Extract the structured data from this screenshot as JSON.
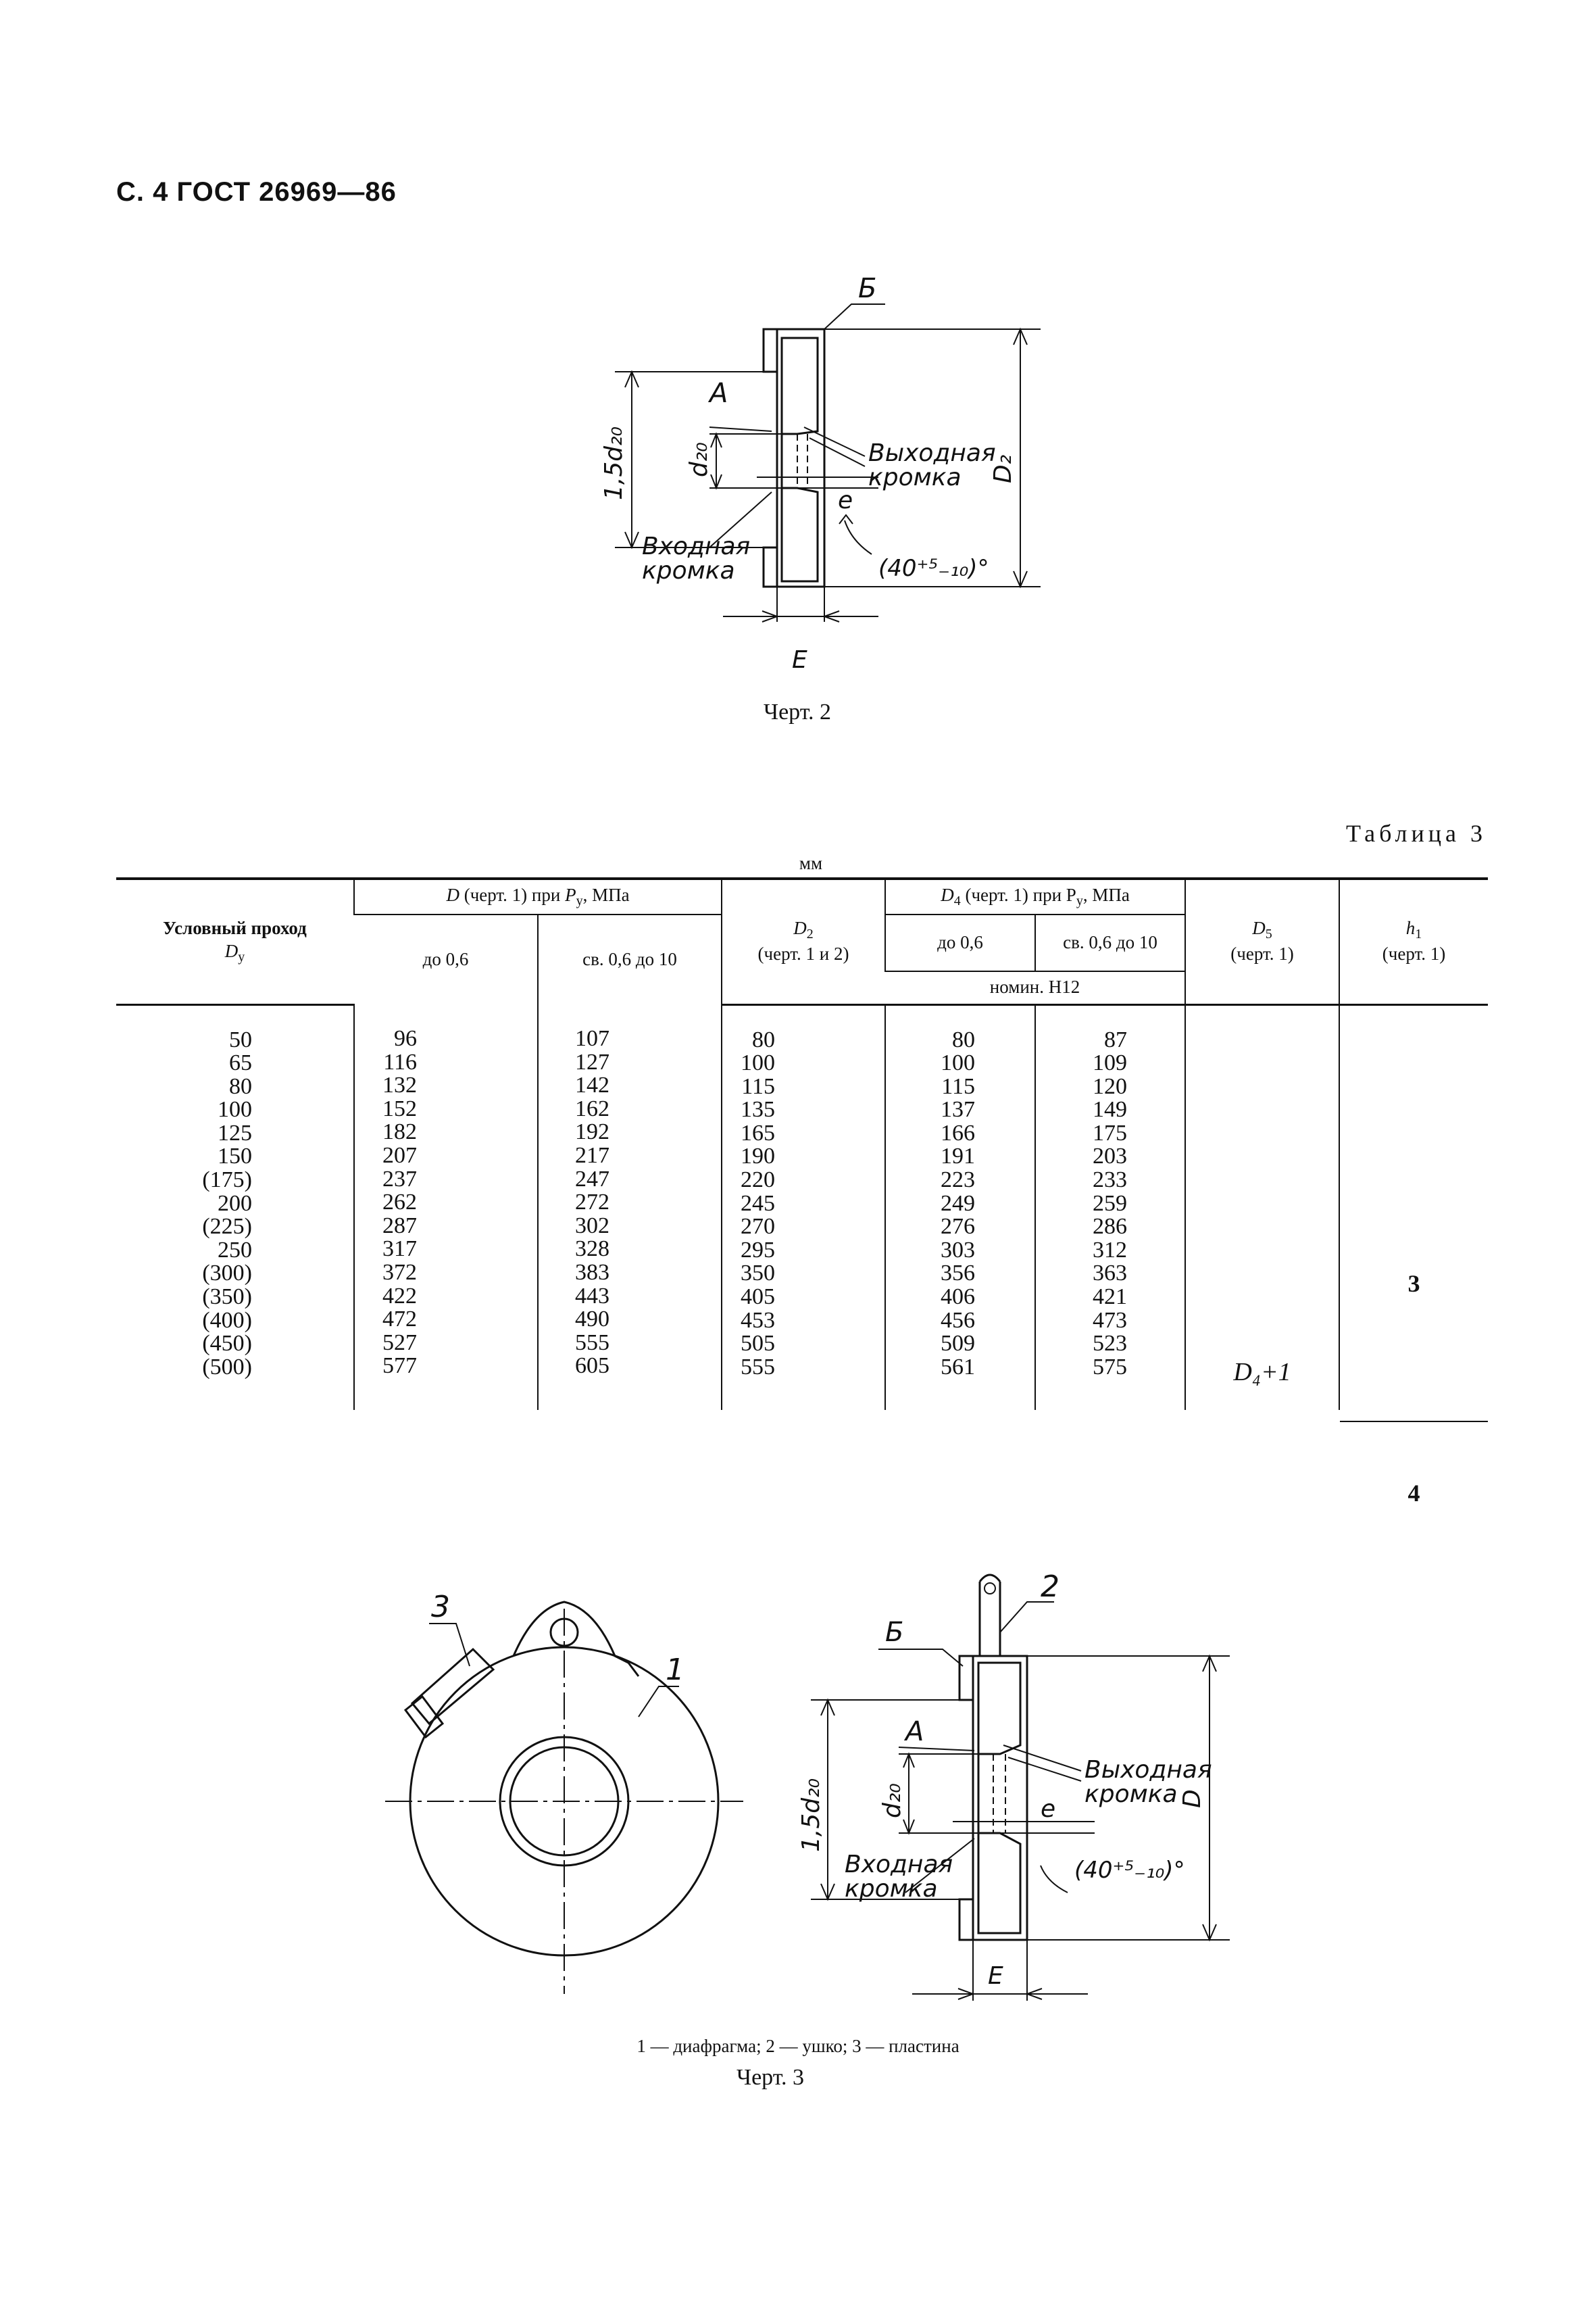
{
  "header": {
    "text": "С. 4 ГОСТ 26969—86"
  },
  "figure2": {
    "caption": "Черт. 2",
    "labels": {
      "B": "Б",
      "A": "А",
      "d20": "d₂₀",
      "d15": "1,5d₂₀",
      "outlet_1": "Выходная",
      "outlet_2": "кромка",
      "inlet_1": "Входная",
      "inlet_2": "кромка",
      "e": "e",
      "angle": "(40⁺⁵₋₁₀)°",
      "D2": "D₂",
      "E": "E"
    }
  },
  "table3": {
    "title": "Таблица 3",
    "unit": "мм",
    "headers": {
      "dy": "Условный проход",
      "dy_sym": "D",
      "dy_sub": "у",
      "d_group": "D (черт. 1) при P",
      "d_group_sub": "у",
      "d_group_unit": ", МПа",
      "d_low": "до 0,6",
      "d_high": "св. 0,6 до 10",
      "d2_sym": "D",
      "d2_sub": "2",
      "d2_ref": "(черт. 1 и 2)",
      "d4_group": "D",
      "d4_sub": "4",
      "d4_rest": " (черт. 1) при P",
      "d4_p_sub": "у",
      "d4_unit": ", МПа",
      "d4_low": "до 0,6",
      "d4_high": "св. 0,6 до 10",
      "d4_nom": "номин. H12",
      "d5_sym": "D",
      "d5_sub": "5",
      "d5_ref": "(черт. 1)",
      "h1_sym": "h",
      "h1_sub": "1",
      "h1_ref": "(черт. 1)"
    },
    "columns": {
      "dy": [
        "50",
        "65",
        "80",
        "100",
        "125",
        "150",
        "(175)",
        "200",
        "(225)",
        "250",
        "(300)",
        "(350)",
        "(400)",
        "(450)",
        "(500)"
      ],
      "d_low": [
        "96",
        "116",
        "132",
        "152",
        "182",
        "207",
        "237",
        "262",
        "287",
        "317",
        "372",
        "422",
        "472",
        "527",
        "577"
      ],
      "d_high": [
        "107",
        "127",
        "142",
        "162",
        "192",
        "217",
        "247",
        "272",
        "302",
        "328",
        "383",
        "443",
        "490",
        "555",
        "605"
      ],
      "d2": [
        "80",
        "100",
        "115",
        "135",
        "165",
        "190",
        "220",
        "245",
        "270",
        "295",
        "350",
        "405",
        "453",
        "505",
        "555"
      ],
      "d4_low": [
        "80",
        "100",
        "115",
        "137",
        "166",
        "191",
        "223",
        "249",
        "276",
        "303",
        "356",
        "406",
        "456",
        "509",
        "561"
      ],
      "d4_high": [
        "87",
        "109",
        "120",
        "149",
        "175",
        "203",
        "233",
        "259",
        "286",
        "312",
        "363",
        "421",
        "473",
        "523",
        "575"
      ]
    },
    "d5_value": "D₄+1",
    "h1_values": [
      "3",
      "4"
    ]
  },
  "figure3": {
    "caption": "Черт. 3",
    "legend": "1 — диафрагма; 2 — ушко; 3 — пластина",
    "labels": {
      "n1": "1",
      "n2": "2",
      "n3": "3",
      "B": "Б",
      "A": "А",
      "d20": "d₂₀",
      "d15": "1,5d₂₀",
      "outlet_1": "Выходная",
      "outlet_2": "кромка",
      "inlet_1": "Входная",
      "inlet_2": "кромка",
      "e": "e",
      "angle": "(40⁺⁵₋₁₀)°",
      "D": "D",
      "E": "E"
    }
  }
}
